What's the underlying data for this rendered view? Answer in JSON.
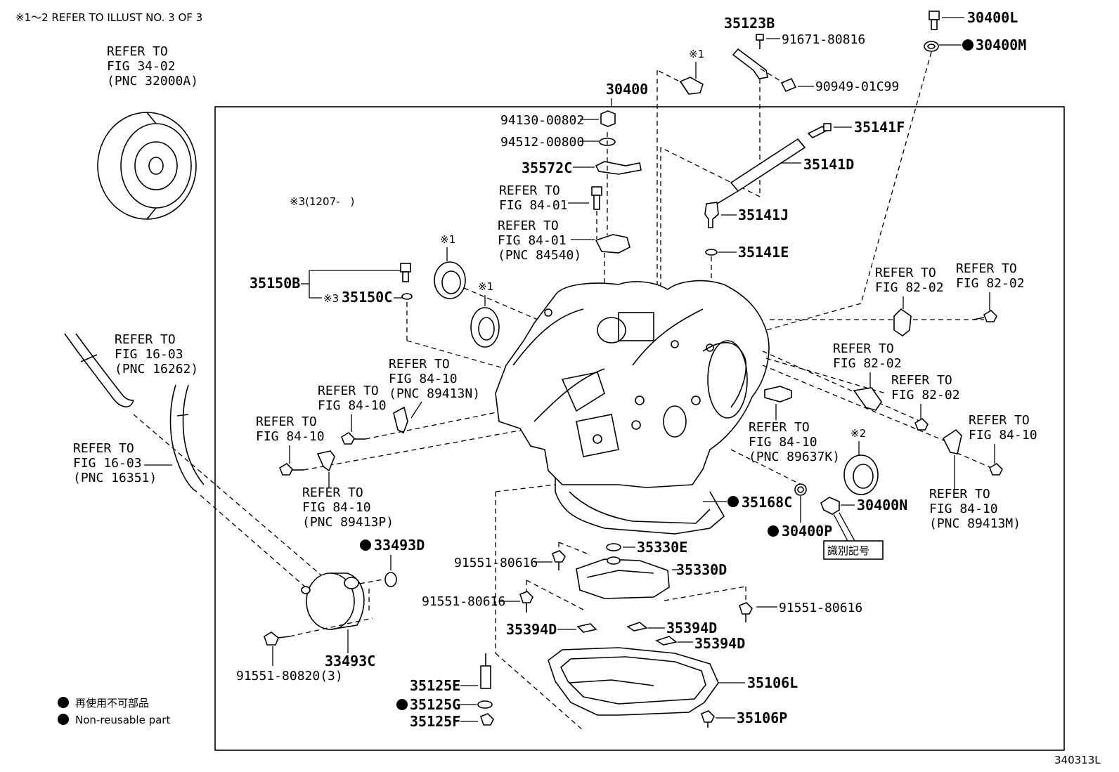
{
  "header_note": "※1～2 REFER TO ILLUST NO. 3 OF 3",
  "figure_id": "340313L",
  "main_assembly": "30400",
  "note3": "※3(1207-　)",
  "refs": {
    "torque_converter": [
      "REFER TO",
      "FIG 34-02",
      "(PNC 32000A)"
    ],
    "hose_upper": [
      "REFER TO",
      "FIG 16-03",
      "(PNC 16262)"
    ],
    "hose_lower": [
      "REFER TO",
      "FIG 16-03",
      "(PNC 16351)"
    ],
    "fig8401_a": [
      "REFER TO",
      "FIG 84-01"
    ],
    "fig8401_b": [
      "REFER TO",
      "FIG 84-01",
      "(PNC 84540)"
    ],
    "fig8410_n": [
      "REFER TO",
      "FIG 84-10",
      "(PNC 89413N)"
    ],
    "fig8410_a": [
      "REFER TO",
      "FIG 84-10"
    ],
    "fig8410_b": [
      "REFER TO",
      "FIG 84-10"
    ],
    "fig8410_p": [
      "REFER TO",
      "FIG 84-10",
      "(PNC 89413P)"
    ],
    "fig8202_a": [
      "REFER TO",
      "FIG 82-02"
    ],
    "fig8202_b": [
      "REFER TO",
      "FIG 82-02"
    ],
    "fig8202_c": [
      "REFER TO",
      "FIG 82-02"
    ],
    "fig8202_d": [
      "REFER TO",
      "FIG 82-02"
    ],
    "fig8410_k": [
      "REFER TO",
      "FIG 84-10",
      "(PNC 89637K)"
    ],
    "fig8410_c": [
      "REFER TO",
      "FIG 84-10"
    ],
    "fig8410_m": [
      "REFER TO",
      "FIG 84-10",
      "(PNC 89413M)"
    ]
  },
  "parts": {
    "p35123B": "35123B",
    "p91671": "91671-80816",
    "p90949": "90949-01C99",
    "p30400L": "30400L",
    "p30400M": "30400M",
    "p94130": "94130-00802",
    "p94512": "94512-00800",
    "p35572C": "35572C",
    "p35141F": "35141F",
    "p35141D": "35141D",
    "p35141J": "35141J",
    "p35141E": "35141E",
    "p35150B": "35150B",
    "p35150C": "35150C",
    "p35168C": "35168C",
    "p30400N": "30400N",
    "p30400P": "30400P",
    "p33493D": "33493D",
    "p35330E": "35330E",
    "p35330D": "35330D",
    "p91551_a": "91551-80616",
    "p91551_b": "91551-80616",
    "p91551_c": "91551-80616",
    "p35394D_a": "35394D",
    "p35394D_b": "35394D",
    "p35394D_c": "35394D",
    "p33493C": "33493C",
    "p91551_820": "91551-80820(3)",
    "p35125E": "35125E",
    "p35125G": "35125G",
    "p35125F": "35125F",
    "p35106L": "35106L",
    "p35106P": "35106P"
  },
  "marks": {
    "m1a": "※1",
    "m1b": "※1",
    "m1c": "※1",
    "m2": "※2",
    "m3": "※3"
  },
  "id_mark_label": "識別記号",
  "legend": {
    "jp": "再使用不可部品",
    "en": "Non-reusable part"
  }
}
